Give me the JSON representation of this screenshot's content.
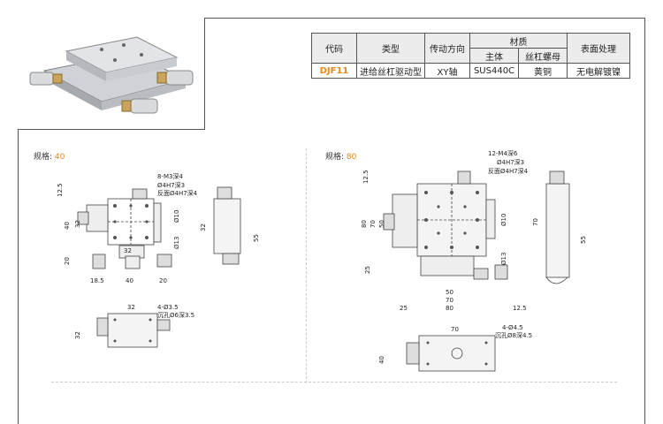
{
  "table": {
    "header": {
      "code": "代码",
      "type": "类型",
      "drive": "传动方向",
      "material": "材质",
      "body": "主体",
      "nut": "丝杠螺母",
      "finish": "表面处理"
    },
    "row": {
      "code": "DJF11",
      "type": "进给丝杠驱动型",
      "drive": "XY轴",
      "body": "SUS440C",
      "nut": "黄铜",
      "finish": "无电解镀镍"
    }
  },
  "spec40": {
    "label": "规格:",
    "size": "40",
    "note_top1": "8-M3深4",
    "note_top2": "Ø4H7深3",
    "note_top3": "反面Ø4H7深4",
    "dim_12_5": "12.5",
    "dim_40_left": "40",
    "dim_32_left": "32",
    "dim_20_left": "20",
    "dim_o10": "Ø10",
    "dim_o13": "Ø13",
    "dim_32_mid": "32",
    "dim_18_5": "18.5",
    "dim_40_bottom": "40",
    "dim_20_bottom": "20",
    "dim_32_side": "32",
    "dim_55": "55",
    "bottom_32": "32",
    "bottom_note1": "4-Ø3.5",
    "bottom_note2": "沉孔Ø6深3.5",
    "bottom_32_left": "32"
  },
  "spec80": {
    "label": "规格:",
    "size": "80",
    "note_top1": "12-M4深6",
    "note_top2": "Ø4H7深3",
    "note_top3": "反面Ø4H7深4",
    "dim_12_5": "12.5",
    "dim_80": "80",
    "dim_70": "70",
    "dim_50": "50",
    "dim_25": "25",
    "dim_o10": "Ø10",
    "dim_o13": "Ø13",
    "dim_50_bottom": "50",
    "dim_70_bottom": "70",
    "dim_25_bottom": "25",
    "dim_80_bottom": "80",
    "dim_12_5_bottom": "12.5",
    "dim_70_side": "70",
    "dim_55": "55",
    "bottom_70": "70",
    "bottom_note1": "4-Ø4.5",
    "bottom_note2": "沉孔Ø8深4.5",
    "bottom_40": "40"
  },
  "colors": {
    "accent": "#e88a12",
    "line": "#555555",
    "metal_light": "#d9d9d9",
    "metal_dark": "#8a8a8a",
    "brass": "#c9a45a"
  }
}
